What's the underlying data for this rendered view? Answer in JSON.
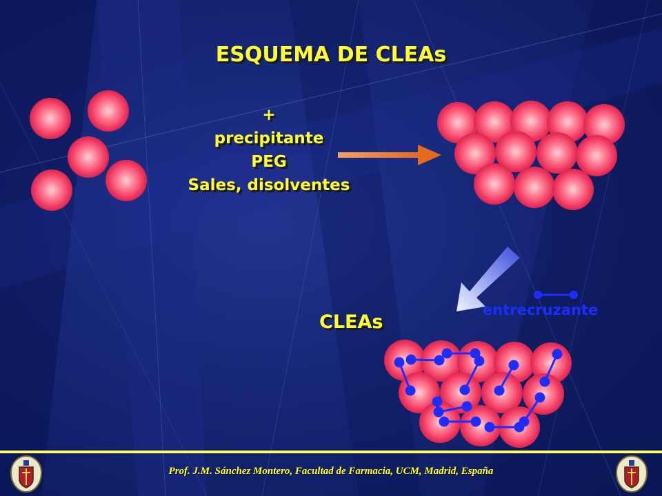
{
  "slide": {
    "title": "ESQUEMA DE CLEAs",
    "reagents": [
      "+",
      "precipitante",
      "PEG",
      "Sales, disolventes"
    ],
    "product_label": "CLEAs",
    "crosslinker_label": "entrecruzante",
    "footer": "Prof. J.M. Sánchez Montero, Facultad de Farmacia, UCM, Madrid, España"
  },
  "colors": {
    "text_yellow": "#ffff33",
    "enzyme_pink": "#ff5c7a",
    "crosslink_blue": "#1d2cff",
    "arrow_orange": "#f07a2a"
  },
  "icons": [
    "university-crest-icon"
  ]
}
